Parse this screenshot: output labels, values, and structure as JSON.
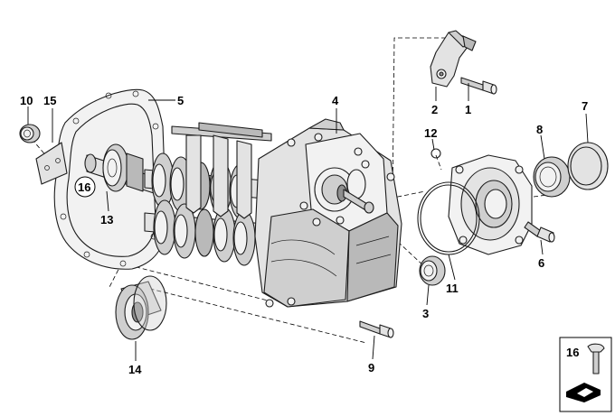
{
  "diagram": {
    "callouts": [
      {
        "id": "p1",
        "label": "1"
      },
      {
        "id": "p2",
        "label": "2"
      },
      {
        "id": "p3",
        "label": "3"
      },
      {
        "id": "p4",
        "label": "4"
      },
      {
        "id": "p5",
        "label": "5"
      },
      {
        "id": "p6",
        "label": "6"
      },
      {
        "id": "p7",
        "label": "7"
      },
      {
        "id": "p8",
        "label": "8"
      },
      {
        "id": "p9",
        "label": "9"
      },
      {
        "id": "p10",
        "label": "10"
      },
      {
        "id": "p11",
        "label": "11"
      },
      {
        "id": "p12",
        "label": "12"
      },
      {
        "id": "p13",
        "label": "13"
      },
      {
        "id": "p14",
        "label": "14"
      },
      {
        "id": "p15",
        "label": "15"
      },
      {
        "id": "p16",
        "label": "16"
      }
    ],
    "legend": {
      "label": "16"
    },
    "colors": {
      "ink": "#1c1c1c",
      "shade_light": "#e3e3e3",
      "shade_dark": "#b9b9b9",
      "background": "#ffffff"
    }
  }
}
